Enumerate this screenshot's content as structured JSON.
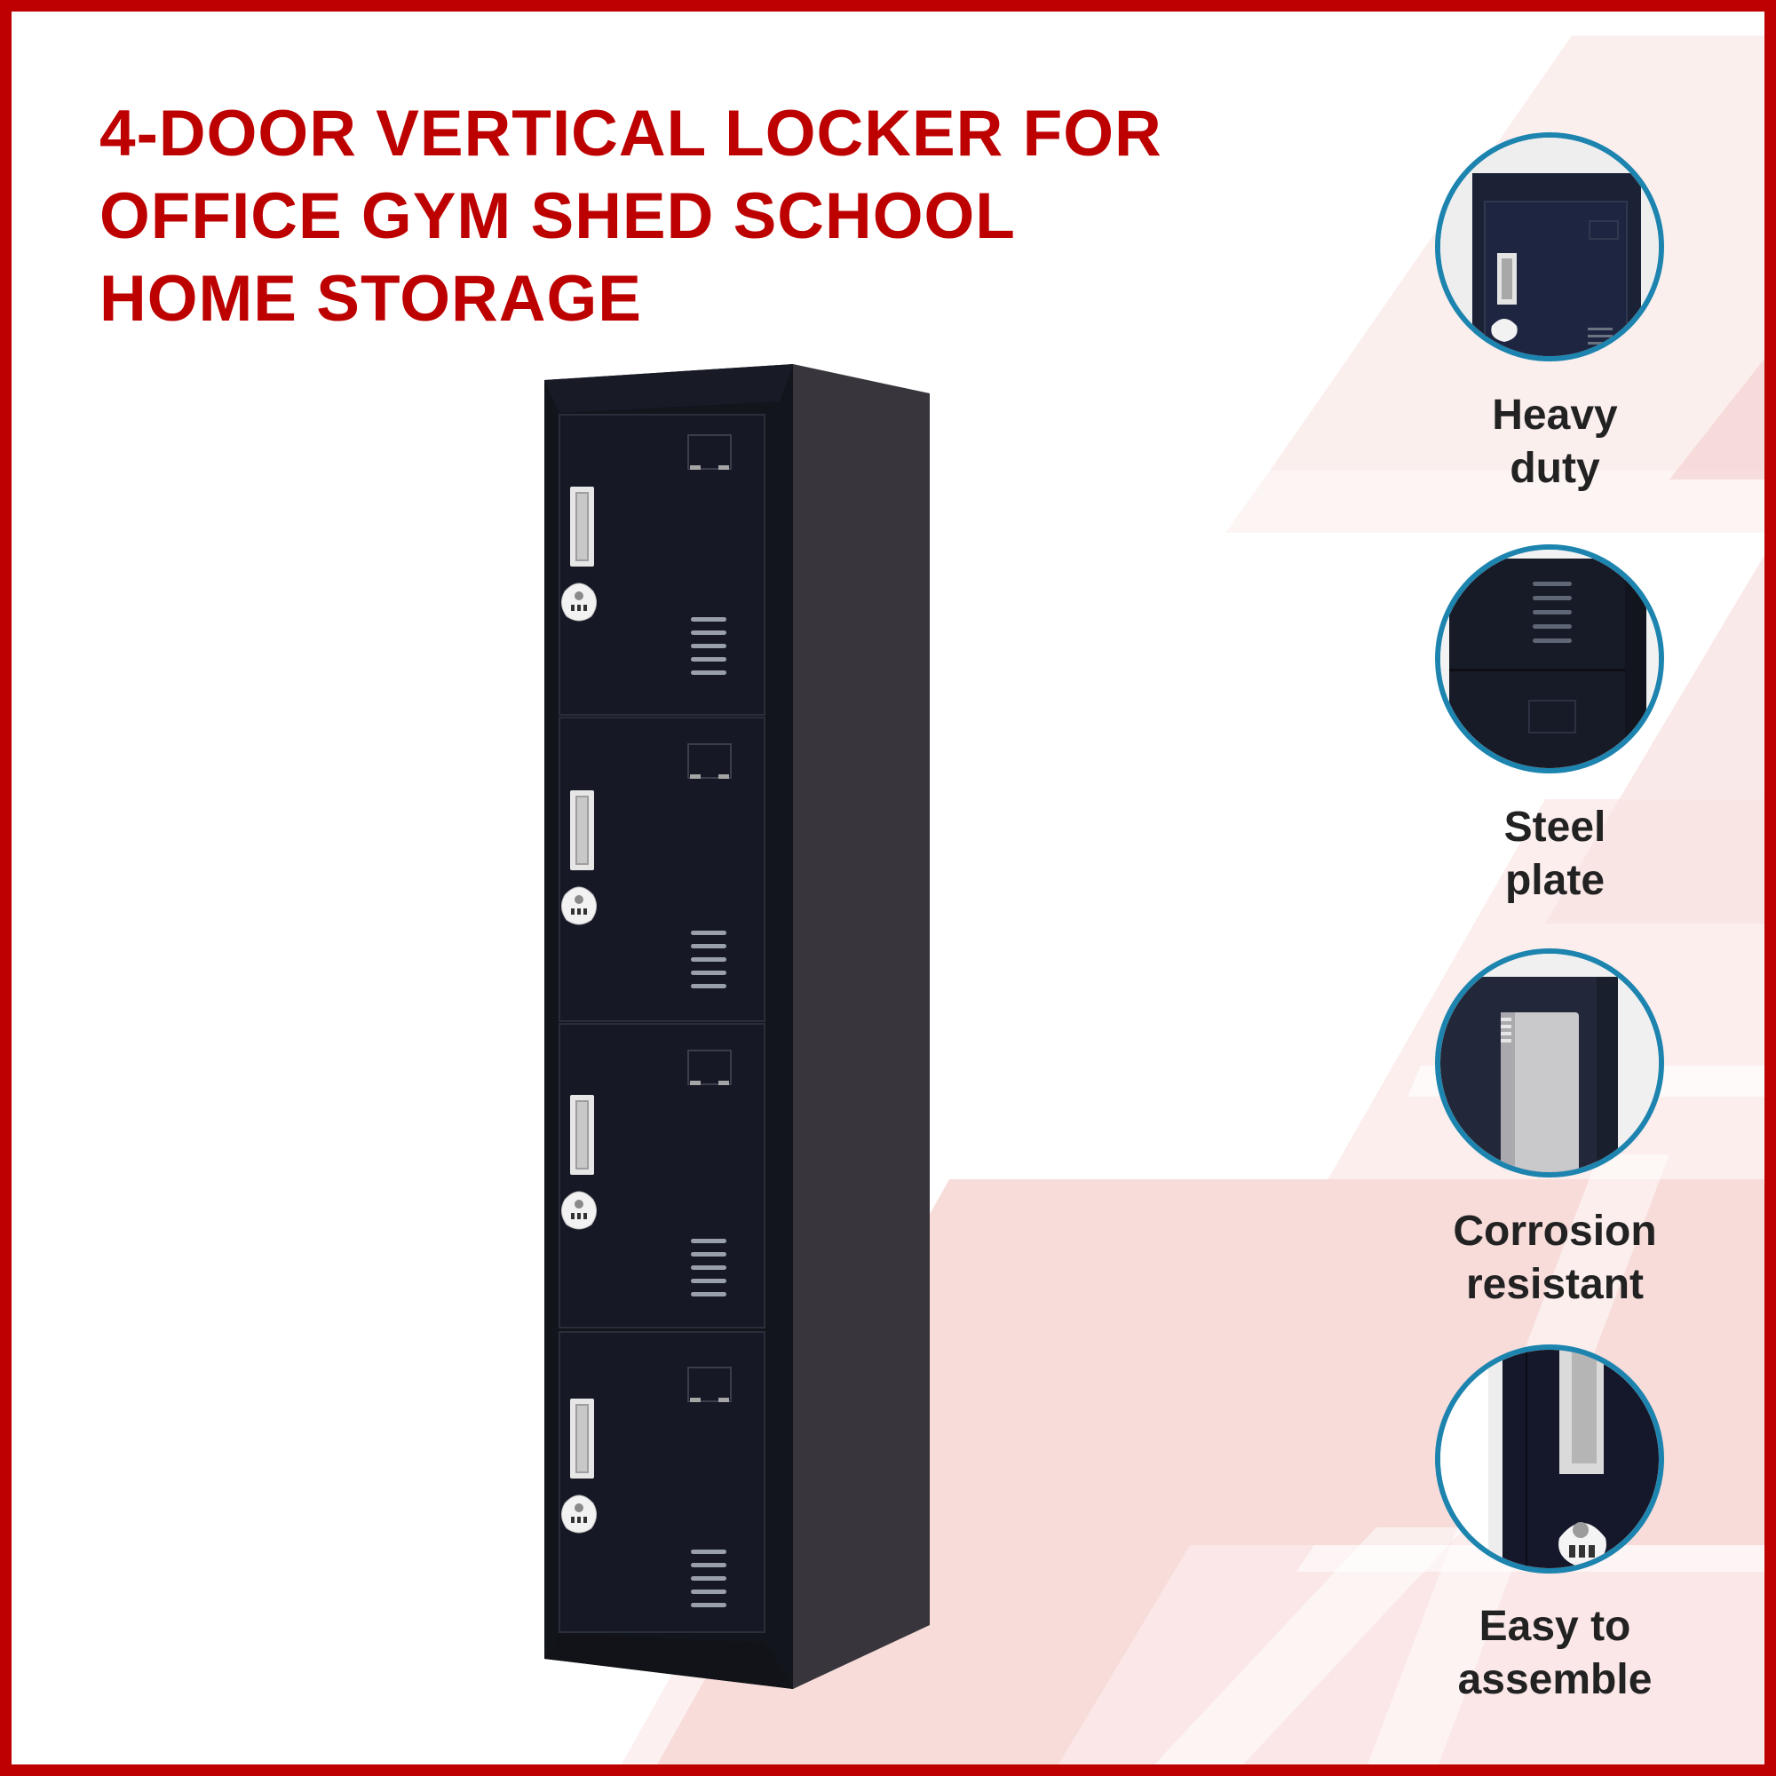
{
  "title": {
    "lines": [
      "4-DOOR VERTICAL LOCKER FOR",
      "OFFICE GYM SHED SCHOOL",
      "HOME STORAGE"
    ]
  },
  "product": {
    "name": "4-door vertical locker",
    "door_count": 4,
    "front_color": "#15171F",
    "side_color": "#38363C",
    "handle_color": "#D9D9D9",
    "lock": "combination-lock"
  },
  "features": [
    {
      "label_lines": [
        "Heavy",
        "duty"
      ],
      "icon": "locker-top-door-closeup"
    },
    {
      "label_lines": [
        "Steel",
        "plate"
      ],
      "icon": "locker-vents-closeup"
    },
    {
      "label_lines": [
        "Corrosion",
        "resistant"
      ],
      "icon": "locker-handle-closeup"
    },
    {
      "label_lines": [
        "Easy to",
        "assemble"
      ],
      "icon": "locker-lock-closeup"
    }
  ],
  "colors": {
    "brand_red": "#BD0000",
    "ring_blue": "#1C84AE",
    "label_text": "#222222",
    "bg_pink": "#F7DCDA"
  }
}
